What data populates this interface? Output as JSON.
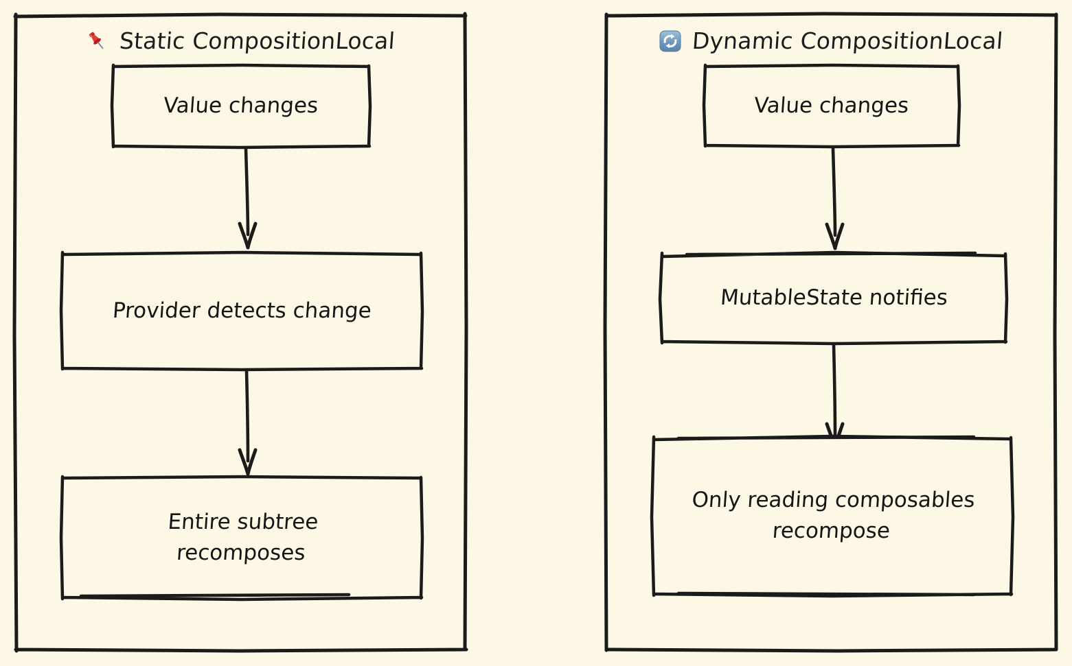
{
  "diagram": {
    "title_semantic": "Static vs Dynamic CompositionLocal recomposition flow",
    "background_color": "#fdf8e6",
    "stroke_color": "#1b1b1b",
    "style": "hand-drawn"
  },
  "panels": [
    {
      "id": "static",
      "icon": "pushpin-icon",
      "icon_color": "#d62828",
      "title": "Static CompositionLocal",
      "nodes": [
        {
          "id": "static-node-1",
          "label": "Value changes",
          "lines": [
            "Value changes"
          ]
        },
        {
          "id": "static-node-2",
          "label": "Provider detects change",
          "lines": [
            "Provider detects change"
          ]
        },
        {
          "id": "static-node-3",
          "label": "Entire subtree recomposes",
          "lines": [
            "Entire subtree",
            "recomposes"
          ]
        }
      ],
      "arrows": [
        {
          "id": "static-arrow-1",
          "from": "static-node-1",
          "to": "static-node-2"
        },
        {
          "id": "static-arrow-2",
          "from": "static-node-2",
          "to": "static-node-3"
        }
      ]
    },
    {
      "id": "dynamic",
      "icon": "sync-icon",
      "icon_color": "#5b8bb5",
      "title": "Dynamic CompositionLocal",
      "nodes": [
        {
          "id": "dynamic-node-1",
          "label": "Value changes",
          "lines": [
            "Value changes"
          ]
        },
        {
          "id": "dynamic-node-2",
          "label": "MutableState notifies",
          "lines": [
            "MutableState notifies"
          ]
        },
        {
          "id": "dynamic-node-3",
          "label": "Only reading composables recompose",
          "lines": [
            "Only reading composables",
            "recompose"
          ]
        }
      ],
      "arrows": [
        {
          "id": "dynamic-arrow-1",
          "from": "dynamic-node-1",
          "to": "dynamic-node-2"
        },
        {
          "id": "dynamic-arrow-2",
          "from": "dynamic-node-2",
          "to": "dynamic-node-3"
        }
      ]
    }
  ]
}
